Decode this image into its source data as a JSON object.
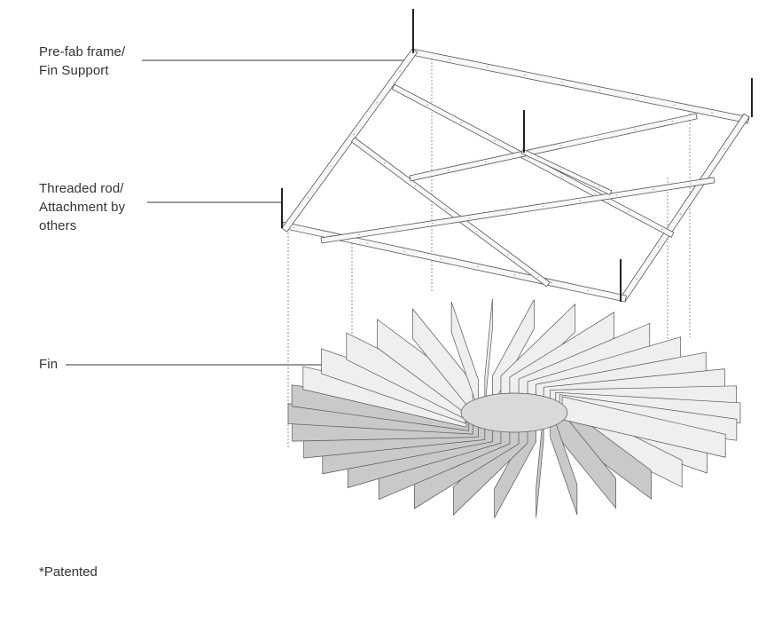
{
  "labels": {
    "frame": [
      "Pre-fab frame/",
      "Fin Support"
    ],
    "rod": [
      "Threaded rod/",
      "Attachment by",
      "others"
    ],
    "fin": [
      "Fin"
    ]
  },
  "footnote": "*Patented",
  "colors": {
    "text": "#333333",
    "stroke": "#555555",
    "frame_fill": "#f7f7f7",
    "fin_fill": "#efefef",
    "fin_shadow": "#c9c9c9",
    "rod": "#222222"
  }
}
